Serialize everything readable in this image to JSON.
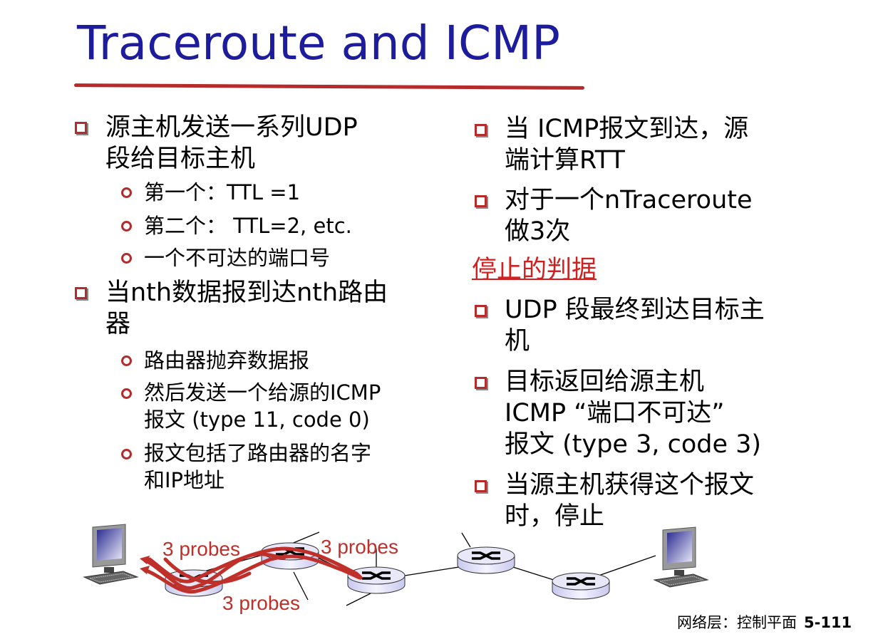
{
  "title": "Traceroute and ICMP",
  "left": {
    "b1": {
      "l1": "源主机发送一系列UDP",
      "l2": "段给目标主机"
    },
    "b1_subs": [
      "第一个：TTL =1",
      "第二个： TTL=2, etc.",
      "一个不可达的端口号"
    ],
    "b2": {
      "l1": "当nth数据报到达nth路由",
      "l2": "器"
    },
    "b2_subs": [
      {
        "l1": "路由器抛弃数据报"
      },
      {
        "l1": "然后发送一个给源的ICMP",
        "l2": "报文 (type 11, code 0)"
      },
      {
        "l1": "报文包括了路由器的名字",
        "l2": "和IP地址"
      }
    ]
  },
  "right": {
    "b1": {
      "l1": "当 ICMP报文到达，源",
      "l2": "端计算RTT"
    },
    "b2": {
      "l1": "对于一个nTraceroute",
      "l2": "做3次"
    },
    "stop_heading": "停止的判据",
    "b3": {
      "l1": "UDP 段最终到达目标主",
      "l2": "机"
    },
    "b4": {
      "l1": "目标返回给源主机",
      "l2": "ICMP “端口不可达”",
      "l3": "报文 (type 3, code 3)"
    },
    "b5": {
      "l1": "当源主机获得这个报文",
      "l2": "时，停止"
    }
  },
  "diagram": {
    "probe_labels": [
      "3 probes",
      "3 probes",
      "3 probes"
    ]
  },
  "footer": {
    "section": "网络层：控制平面",
    "page": "5-111"
  },
  "colors": {
    "title": "#1c1c9c",
    "accent": "#b52a2a",
    "probe": "#c0302a"
  }
}
